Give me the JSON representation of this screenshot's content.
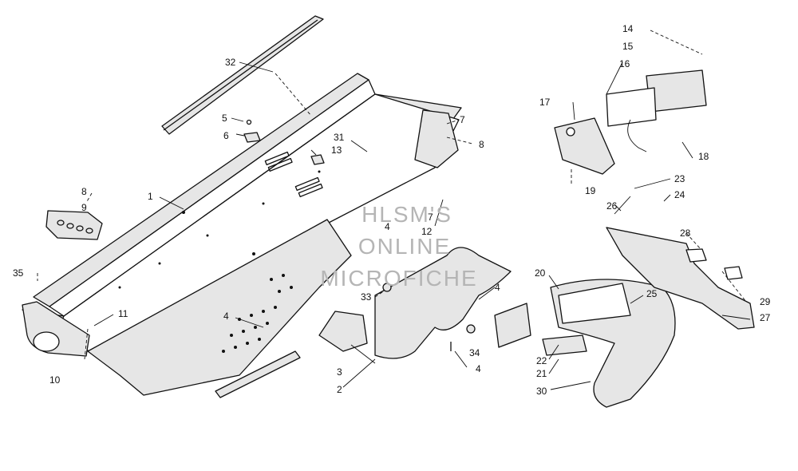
{
  "watermark": {
    "lines": [
      "HLSM'S",
      "ONLINE",
      "MICROFICHE"
    ],
    "color": "#b5b5b5"
  },
  "callouts": [
    {
      "id": "c1",
      "label": "1"
    },
    {
      "id": "c2",
      "label": "2"
    },
    {
      "id": "c3",
      "label": "3"
    },
    {
      "id": "c4a",
      "label": "4"
    },
    {
      "id": "c4b",
      "label": "4"
    },
    {
      "id": "c4c",
      "label": "4"
    },
    {
      "id": "c4d",
      "label": "4"
    },
    {
      "id": "c5",
      "label": "5"
    },
    {
      "id": "c6",
      "label": "6"
    },
    {
      "id": "c7a",
      "label": "7"
    },
    {
      "id": "c7b",
      "label": "7"
    },
    {
      "id": "c8a",
      "label": "8"
    },
    {
      "id": "c8b",
      "label": "8"
    },
    {
      "id": "c9",
      "label": "9"
    },
    {
      "id": "c10",
      "label": "10"
    },
    {
      "id": "c11",
      "label": "11"
    },
    {
      "id": "c12",
      "label": "12"
    },
    {
      "id": "c13",
      "label": "13"
    },
    {
      "id": "c14",
      "label": "14"
    },
    {
      "id": "c15",
      "label": "15"
    },
    {
      "id": "c16",
      "label": "16"
    },
    {
      "id": "c17",
      "label": "17"
    },
    {
      "id": "c18",
      "label": "18"
    },
    {
      "id": "c19",
      "label": "19"
    },
    {
      "id": "c20",
      "label": "20"
    },
    {
      "id": "c21",
      "label": "21"
    },
    {
      "id": "c22",
      "label": "22"
    },
    {
      "id": "c23",
      "label": "23"
    },
    {
      "id": "c24",
      "label": "24"
    },
    {
      "id": "c25",
      "label": "25"
    },
    {
      "id": "c26",
      "label": "26"
    },
    {
      "id": "c27",
      "label": "27"
    },
    {
      "id": "c28",
      "label": "28"
    },
    {
      "id": "c29",
      "label": "29"
    },
    {
      "id": "c30",
      "label": "30"
    },
    {
      "id": "c31",
      "label": "31"
    },
    {
      "id": "c32",
      "label": "32"
    },
    {
      "id": "c33",
      "label": "33"
    },
    {
      "id": "c34",
      "label": "34"
    },
    {
      "id": "c35",
      "label": "35"
    }
  ]
}
